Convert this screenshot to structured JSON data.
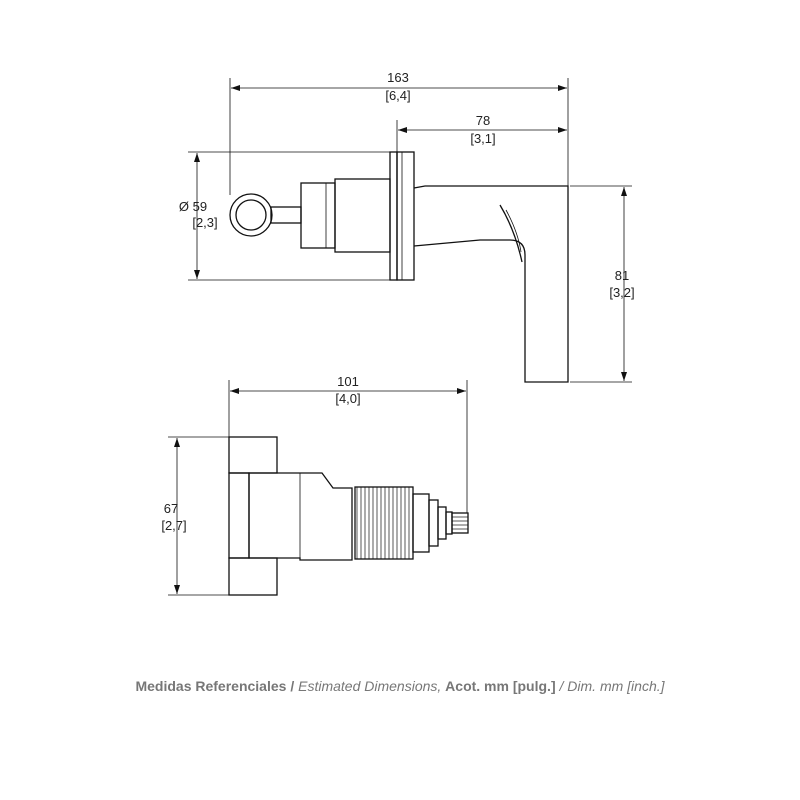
{
  "dimensions": {
    "overall_width": {
      "mm": "163",
      "inch": "[6,4]"
    },
    "spout_length": {
      "mm": "78",
      "inch": "[3,1]"
    },
    "diameter": {
      "mm": "Ø 59",
      "inch": "[2,3]"
    },
    "spout_height": {
      "mm": "81",
      "inch": "[3,2]"
    },
    "body_depth": {
      "mm": "101",
      "inch": "[4,0]"
    },
    "body_height": {
      "mm": "67",
      "inch": "[2,7]"
    }
  },
  "caption": {
    "part1": "Medidas Referenciales /",
    "part2": "Estimated Dimensions,",
    "part3": "Acot. mm [pulg.]",
    "part4": "/ Dim. mm [inch.]"
  }
}
